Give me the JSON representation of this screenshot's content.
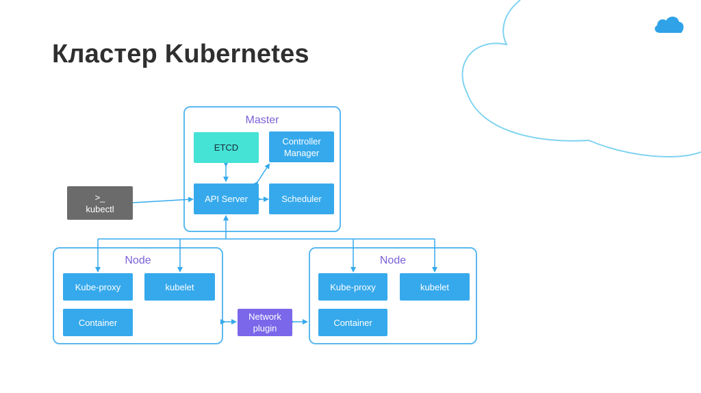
{
  "slide": {
    "title": "Кластер Kubernetes"
  },
  "master": {
    "label": "Master",
    "etcd": "ETCD",
    "controller_manager_line1": "Controller",
    "controller_manager_line2": "Manager",
    "api_server": "API Server",
    "scheduler": "Scheduler"
  },
  "kubectl": {
    "prompt": ">_",
    "label": "kubectl"
  },
  "node_left": {
    "label": "Node",
    "kube_proxy": "Kube-proxy",
    "kubelet": "kubelet",
    "container": "Container"
  },
  "node_right": {
    "label": "Node",
    "kube_proxy": "Kube-proxy",
    "kubelet": "kubelet",
    "container": "Container"
  },
  "network_plugin": {
    "line1": "Network",
    "line2": "plugin"
  },
  "colors": {
    "accent_blue": "#36a9ec",
    "border_blue": "#5bb8ef",
    "etcd_teal": "#45e2d6",
    "network_purple": "#7a67ea",
    "label_purple": "#7b61d6",
    "kubectl_gray": "#6b6b6b",
    "cloud_outline": "#7fd3f0"
  },
  "icons": [
    "cloud-icon",
    "terminal-icon"
  ]
}
